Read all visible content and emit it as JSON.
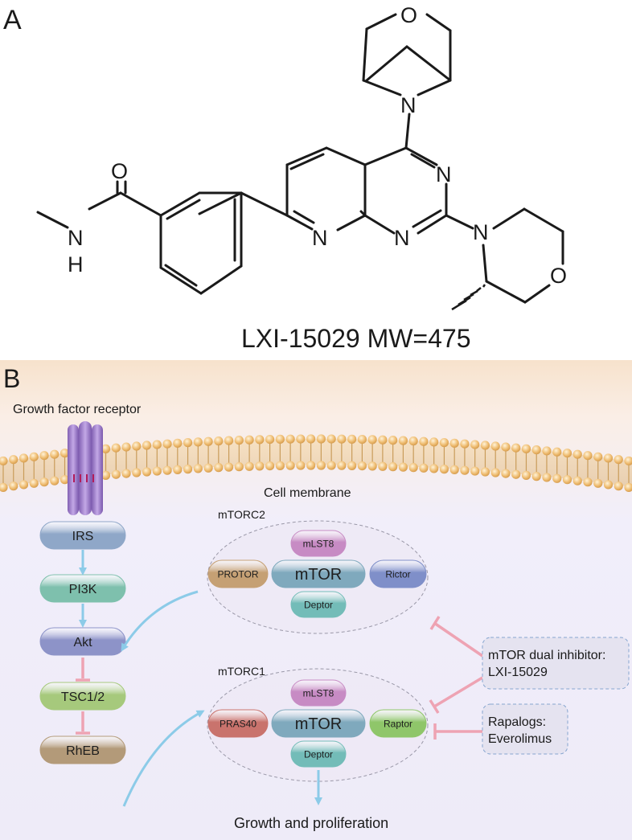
{
  "panel_a": {
    "label": "A",
    "compound_caption": "LXI-15029 MW=475",
    "atoms": {
      "o_top": "O",
      "n_bridge": "N",
      "n_ring1": "N",
      "n_ring2": "N",
      "n_pyridine": "N",
      "n_morph": "N",
      "o_morph": "O",
      "o_carbonyl": "O",
      "n_amide": "N",
      "h_amide": "H"
    }
  },
  "panel_b": {
    "label": "B",
    "receptor_label": "Growth factor receptor",
    "membrane_label": "Cell membrane",
    "pathway": [
      {
        "label": "IRS",
        "color": "#8fa7c8"
      },
      {
        "label": "PI3K",
        "color": "#7ec0ad"
      },
      {
        "label": "Akt",
        "color": "#8d93c8"
      },
      {
        "label": "TSC1/2",
        "color": "#a6c97c"
      },
      {
        "label": "RhEB",
        "color": "#b39a79"
      }
    ],
    "mtorc2": {
      "title": "mTORC2",
      "core": "mTOR",
      "top": "mLST8",
      "left": "PROTOR",
      "right": "Rictor",
      "bottom": "Deptor"
    },
    "mtorc1": {
      "title": "mTORC1",
      "core": "mTOR",
      "top": "mLST8",
      "left": "PRAS40",
      "right": "Raptor",
      "bottom": "Deptor"
    },
    "inhibitor_box": {
      "line1": "mTOR dual inhibitor:",
      "line2": "LXI-15029"
    },
    "rapalog_box": {
      "line1": "Rapalogs:",
      "line2": "Everolimus"
    },
    "outcome": "Growth and proliferation",
    "colors": {
      "activation_arrow": "#8ccbe8",
      "inhibition": "#eea3b3",
      "mtor": "#7fa9bd",
      "mlst8": "#c78bc4",
      "protor": "#c5a074",
      "rictor": "#7f8fc9",
      "deptor": "#73bcb8",
      "pras40": "#c9736d",
      "raptor": "#8fc66a",
      "membrane_head": "#e8b56c"
    }
  }
}
